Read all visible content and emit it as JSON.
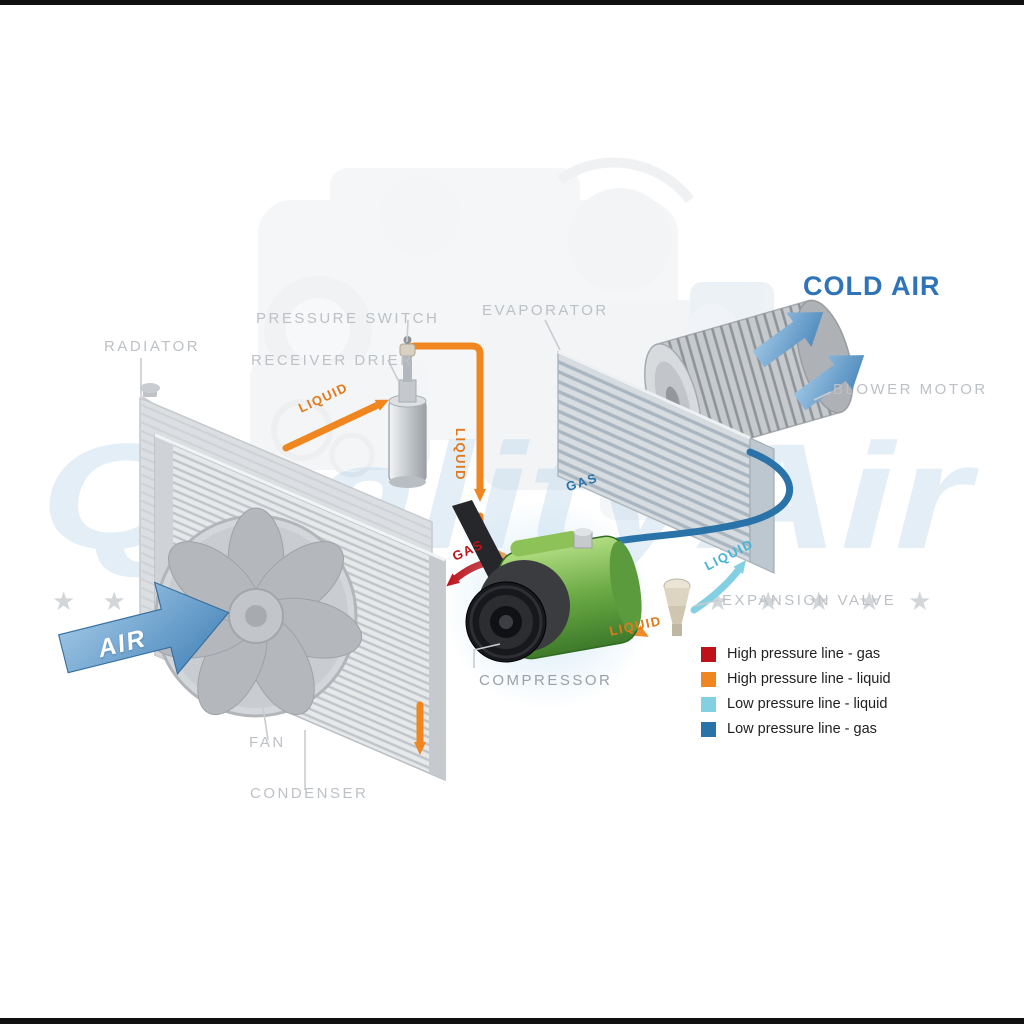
{
  "watermark": {
    "text": "QualityAir",
    "stars_left": "★ ★ ★ ★ ★",
    "stars_right": "★ ★ ★ ★ ★"
  },
  "part_labels": {
    "radiator": "RADIATOR",
    "pressure_switch": "PRESSURE SWITCH",
    "receiver_drier": "RECEIVER DRIER",
    "evaporator": "EVAPORATOR",
    "blower_motor": "BLOWER MOTOR",
    "expansion_valve": "EXPANSION VALVE",
    "compressor": "COMPRESSOR",
    "fan": "FAN",
    "condenser": "CONDENSER"
  },
  "airflow": {
    "cold_air": "COLD AIR",
    "air": "AIR"
  },
  "flow_labels": {
    "liquid_to_drier": "LIQUID",
    "liquid_down": "LIQUID",
    "liquid_to_valve": "LIQUID",
    "liquid_to_evaporator": "LIQUID",
    "gas_discharge": "GAS",
    "gas_suction": "GAS"
  },
  "legend": {
    "items": [
      {
        "label": "High pressure line - gas",
        "color": "#bf1218"
      },
      {
        "label": "High pressure line - liquid",
        "color": "#f0861f"
      },
      {
        "label": "Low pressure line - liquid",
        "color": "#82d0e2"
      },
      {
        "label": "Low pressure line -  gas",
        "color": "#2a73a8"
      }
    ]
  },
  "line_colors": {
    "high_pressure_gas": "#bf1218",
    "high_pressure_liquid": "#f0861f",
    "low_pressure_liquid": "#82d0e2",
    "low_pressure_gas": "#2a73a8"
  },
  "accent_colors": {
    "cold_air_text": "#2f74b8",
    "air_arrow": "#4788bd"
  }
}
